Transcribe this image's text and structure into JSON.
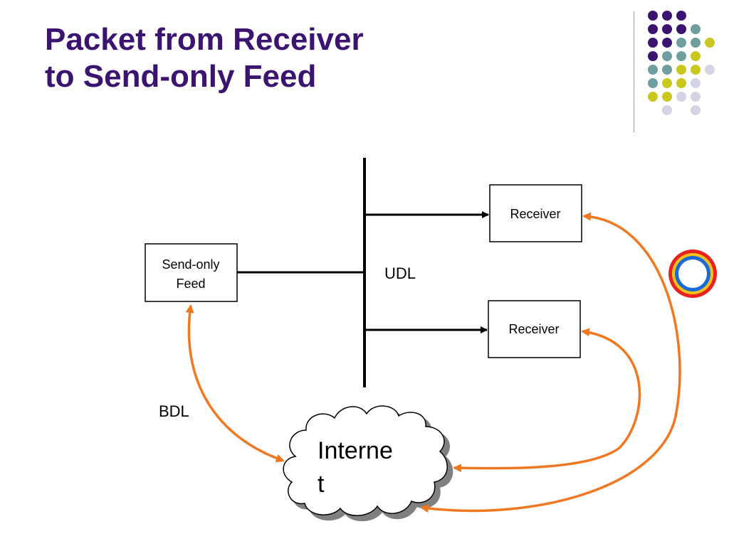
{
  "slide": {
    "title_line1": "Packet from Receiver",
    "title_line2": "to Send-only Feed"
  },
  "diagram": {
    "send_only_feed": {
      "line1": "Send-only",
      "line2": "Feed"
    },
    "receiver_top": "Receiver",
    "receiver_bottom": "Receiver",
    "udl_label": "UDL",
    "bdl_label": "BDL",
    "internet": {
      "line1": "Interne",
      "line2": "t"
    }
  },
  "colors": {
    "title": "#3b1470",
    "arrow_orange": "#f07820",
    "dot_purple": "#3b1470",
    "dot_teal": "#6e9e9e",
    "dot_yellow": "#c8c81e",
    "dot_lavender": "#d4d4e6",
    "ring_outer_red": "#e8231f",
    "ring_mid_yellow": "#f2c21a",
    "ring_inner_blue": "#1a6bd6"
  }
}
